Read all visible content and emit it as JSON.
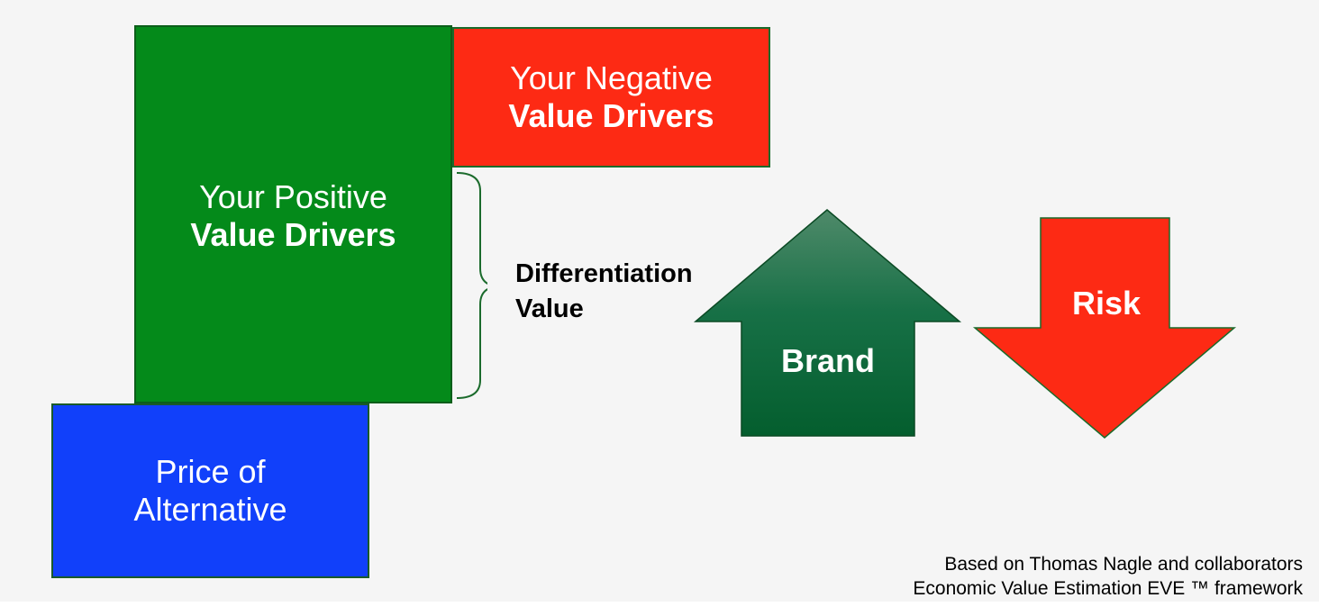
{
  "positive": {
    "line1": "Your Positive",
    "line2": "Value Drivers",
    "color": "#048a1a"
  },
  "negative": {
    "line1": "Your Negative",
    "line2": "Value Drivers",
    "color": "#fd2a14"
  },
  "alternative": {
    "line1": "Price of",
    "line2": "Alternative",
    "color": "#1140fa"
  },
  "differentiation": {
    "line1": "Differentiation",
    "line2": "Value"
  },
  "brand_arrow": {
    "label": "Brand",
    "direction": "up",
    "icon": "up-arrow-icon"
  },
  "risk_arrow": {
    "label": "Risk",
    "direction": "down",
    "icon": "down-arrow-icon"
  },
  "credit": {
    "line1": "Based on Thomas Nagle and collaborators",
    "line2": "Economic Value Estimation EVE ™ framework"
  }
}
